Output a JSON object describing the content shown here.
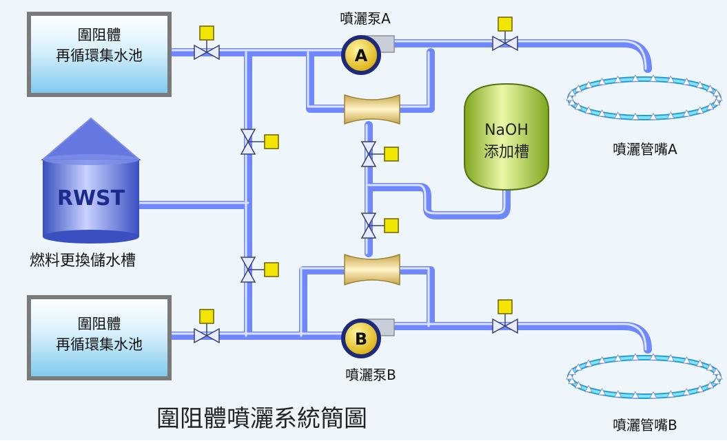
{
  "sump_a": {
    "line1": "圍阻體",
    "line2": "再循環集水池"
  },
  "sump_b": {
    "line1": "圍阻體",
    "line2": "再循環集水池"
  },
  "rwst": {
    "label": "RWST",
    "caption": "燃料更換儲水槽"
  },
  "pump_a": {
    "letter": "A",
    "caption": "噴灑泵A"
  },
  "pump_b": {
    "letter": "B",
    "caption": "噴灑泵B"
  },
  "naoh_tank": {
    "line1": "NaOH",
    "line2": "添加槽"
  },
  "nozzle_a": {
    "caption": "噴灑管嘴A"
  },
  "nozzle_b": {
    "caption": "噴灑管嘴B"
  },
  "title": "圍阻體噴灑系統簡圖",
  "colors": {
    "background": "#eef6fb",
    "pipe": "#6f88ff",
    "pipe_highlight": "#dde4ff",
    "pump_fill": "#e8c21a",
    "valve_actuator": "#f2e600",
    "tank_naoh": "#b8d94a",
    "tank_rwst": "#5a6fd8",
    "sump_water": "#8fd0f0",
    "nozzle_ring": "#5fd0f0"
  }
}
